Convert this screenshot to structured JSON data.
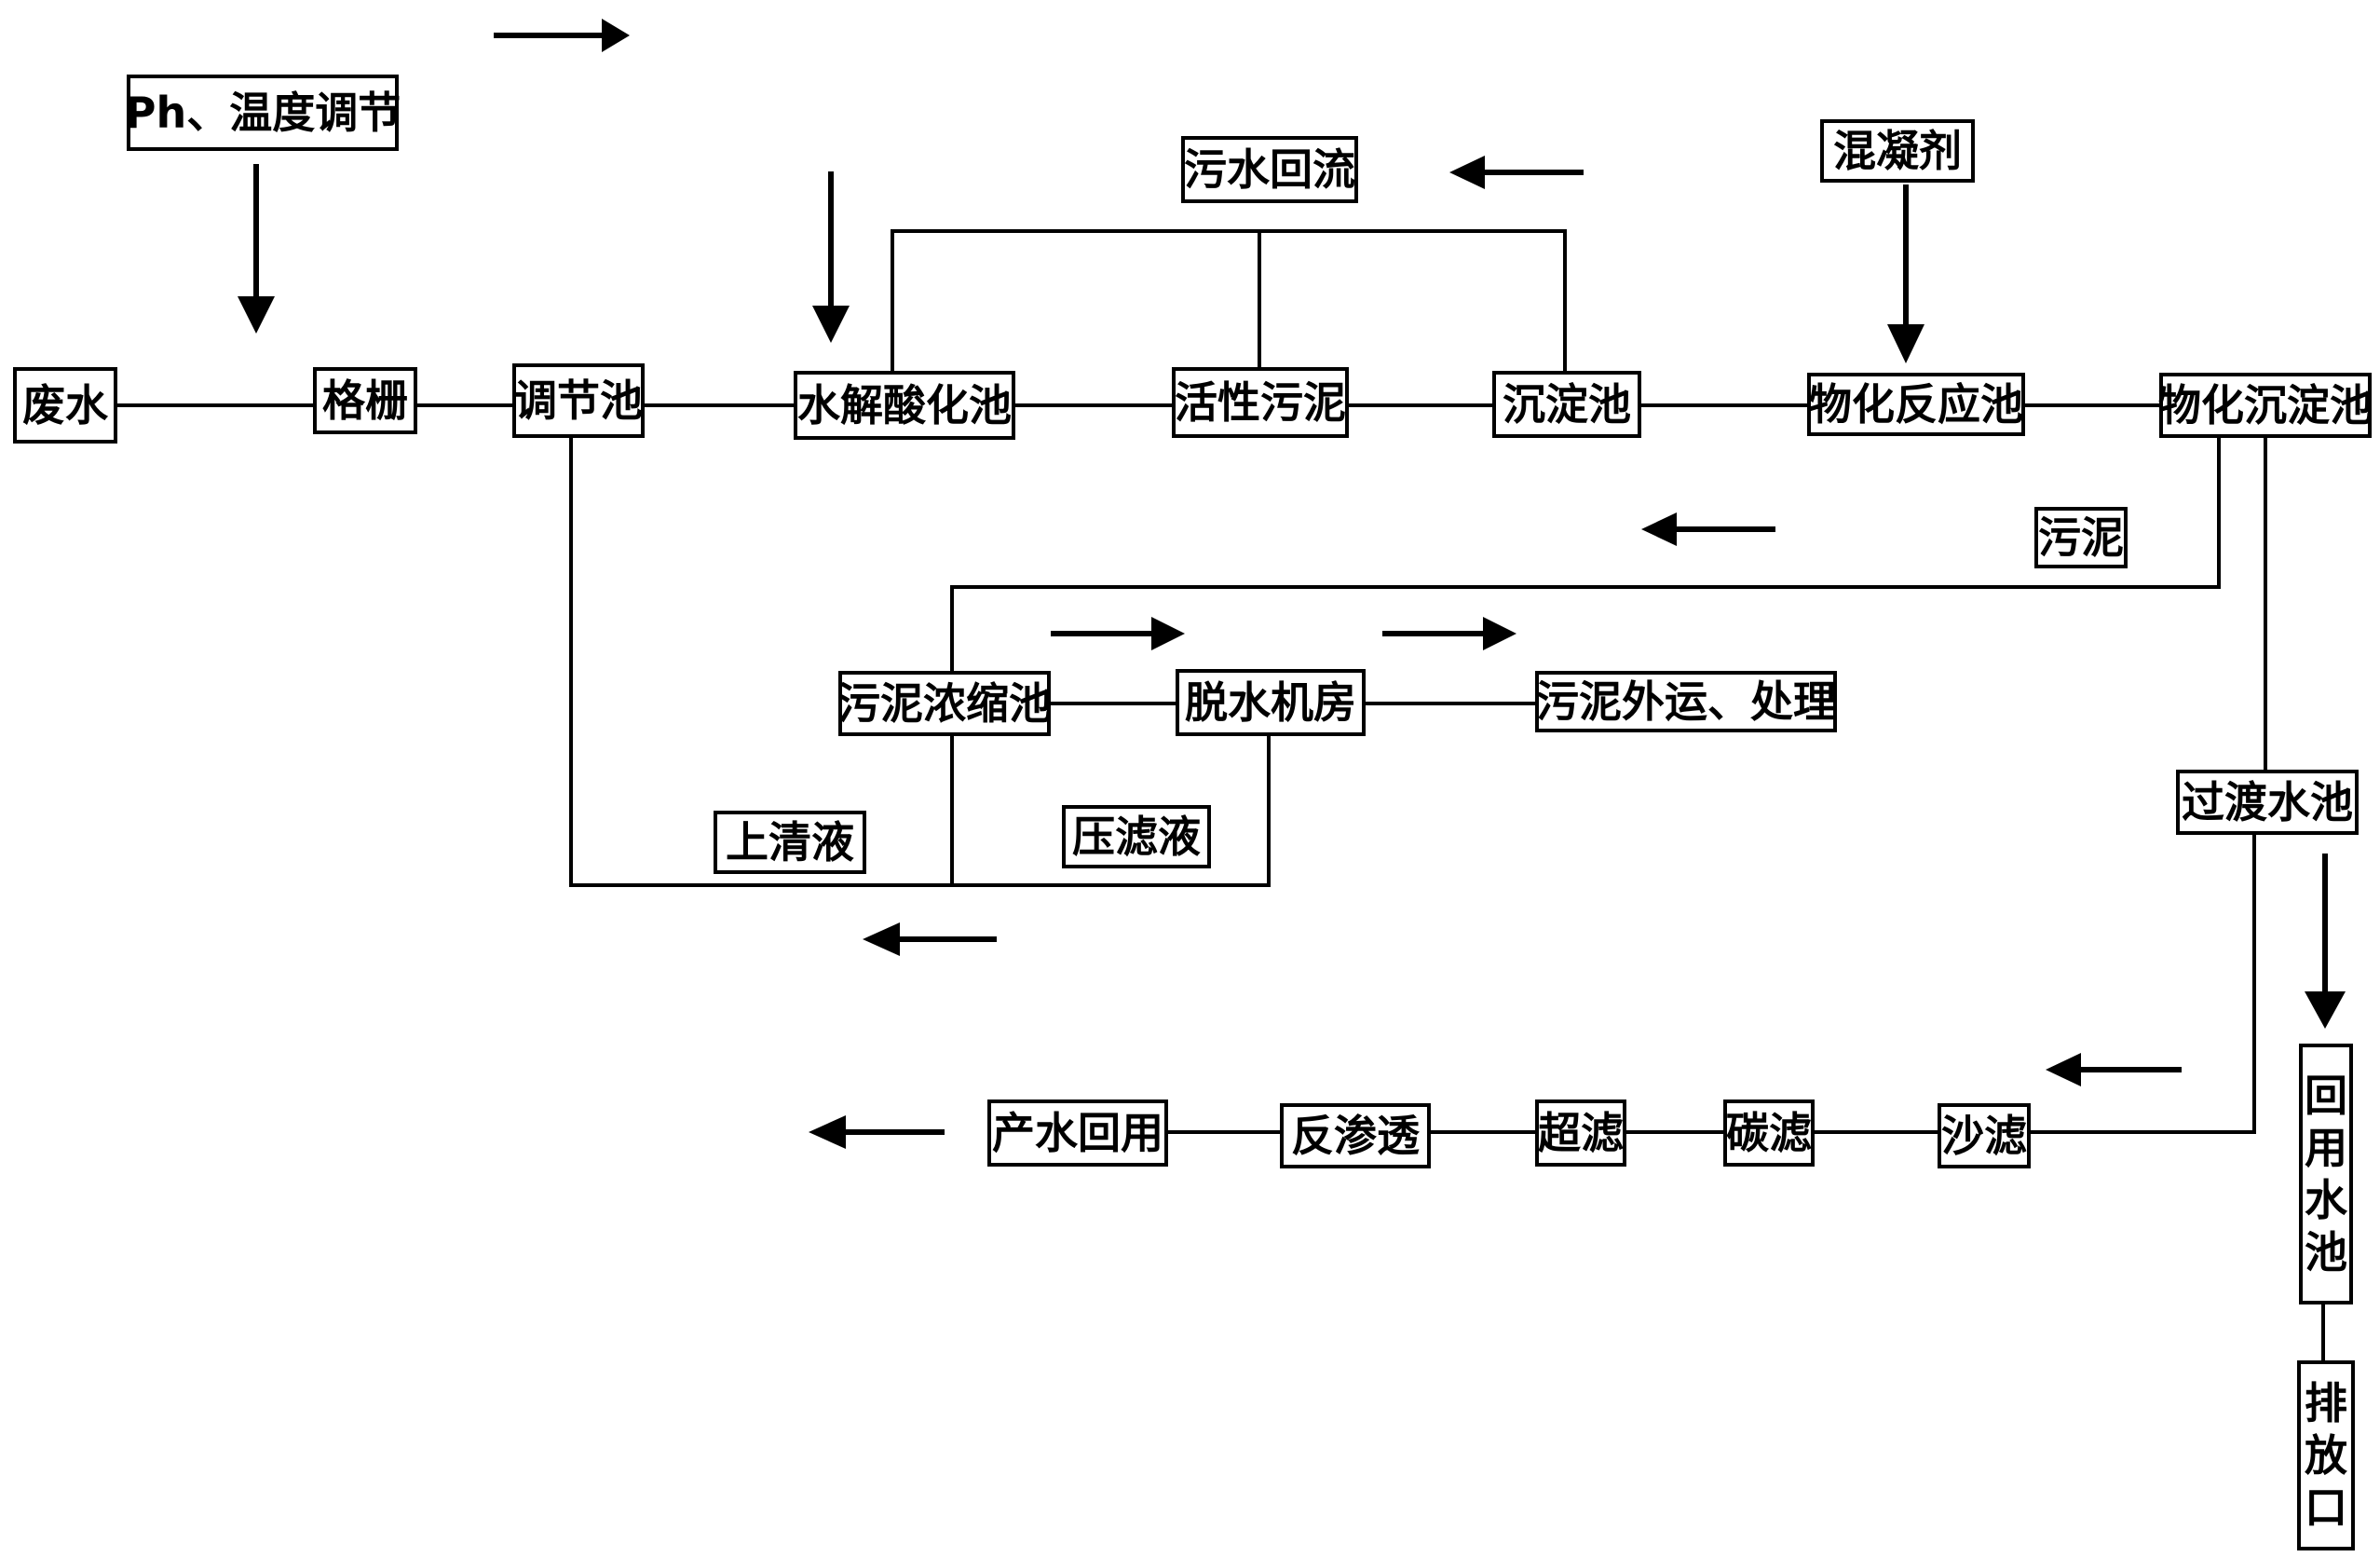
{
  "nodes": {
    "wastewater": "废水",
    "screen": "格栅",
    "equalization_tank": "调节池",
    "hydrolysis_acidification_tank": "水解酸化池",
    "activated_sludge": "活性污泥",
    "settling_tank": "沉淀池",
    "physchem_reaction_tank": "物化反应池",
    "physchem_settling_tank": "物化沉淀池",
    "ph_temp_adjust": "Ph、温度调节",
    "sewage_reflux": "污水回流",
    "coagulant": "混凝剂",
    "sludge": "污泥",
    "sludge_thickening_tank": "污泥浓缩池",
    "dewatering_room": "脱水机房",
    "sludge_disposal": "污泥外运、处理",
    "supernatant": "上清液",
    "filtrate": "压滤液",
    "transition_tank": "过渡水池",
    "reuse_tank": "回用水池",
    "outfall": "排放口",
    "sand_filter": "沙滤",
    "carbon_filter": "碳滤",
    "ultrafiltration": "超滤",
    "reverse_osmosis": "反渗透",
    "water_reuse": "产水回用"
  },
  "colors": {
    "line": "#000000",
    "background": "#ffffff"
  }
}
